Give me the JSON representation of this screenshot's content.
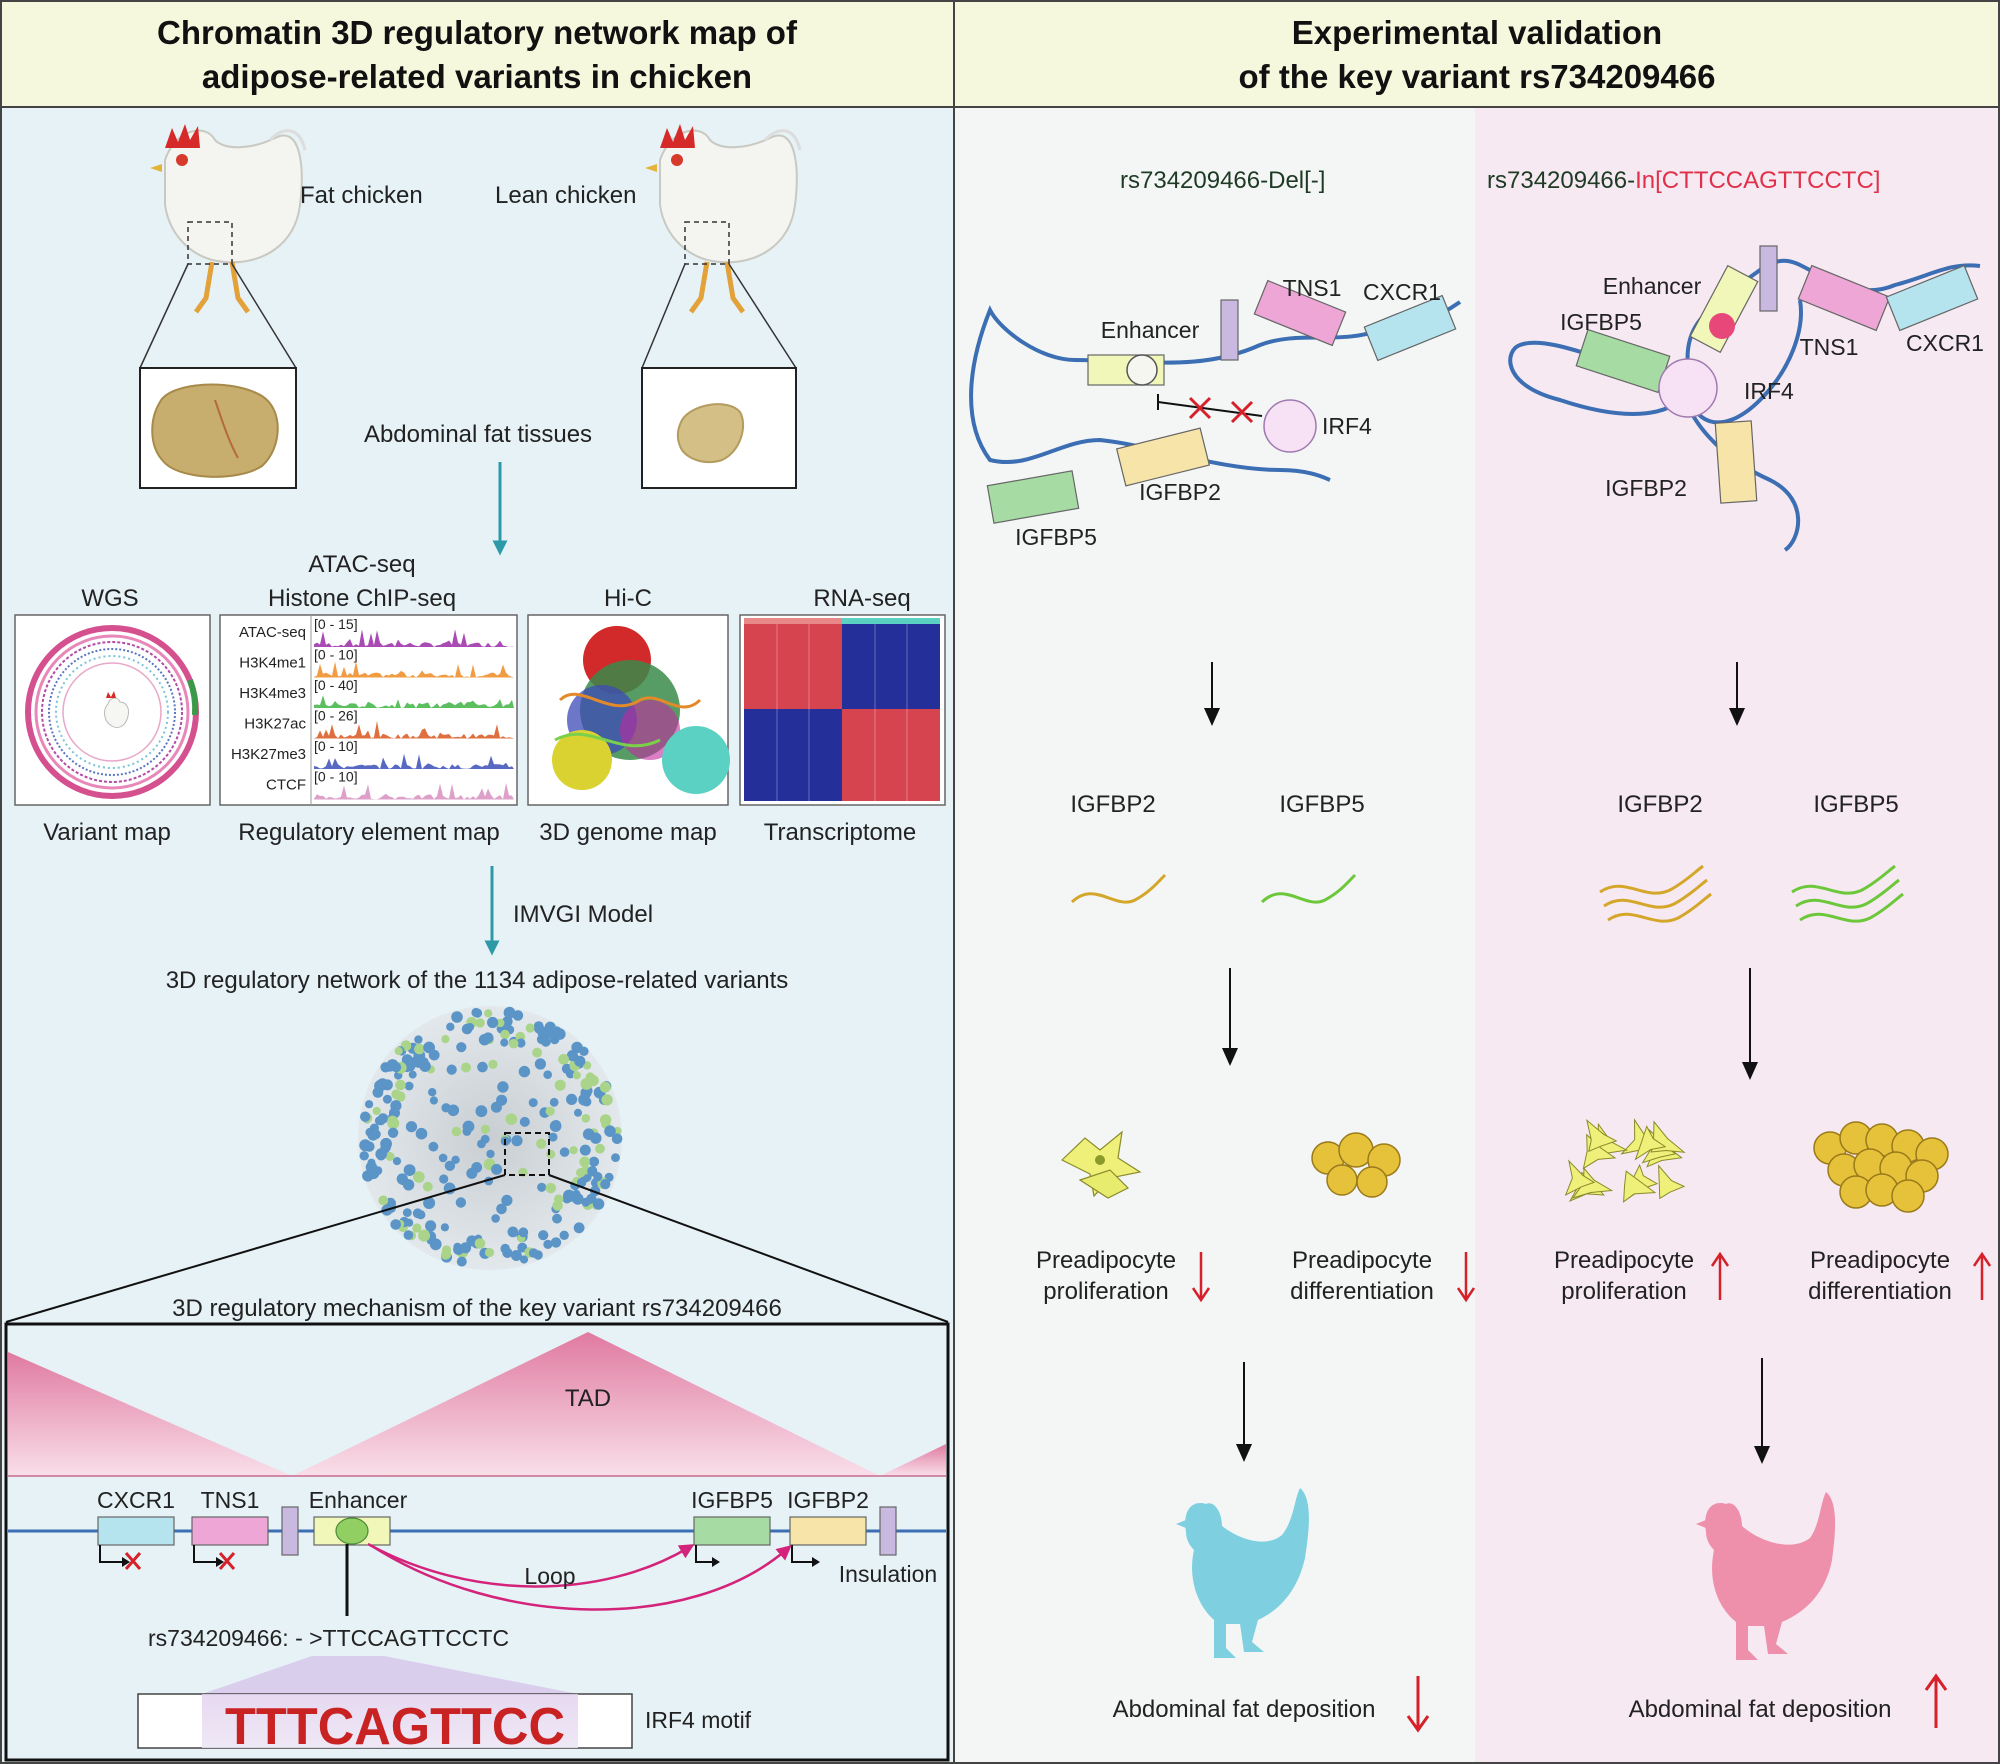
{
  "left": {
    "title_line1": "Chromatin 3D regulatory network map of",
    "title_line2": "adipose-related variants in chicken",
    "fat_chicken": "Fat chicken",
    "lean_chicken": "Lean chicken",
    "tissue_label": "Abdominal fat tissues",
    "wgs": "WGS",
    "atac": "ATAC-seq",
    "histone": "Histone ChIP-seq",
    "hic": "Hi-C",
    "rnaseq": "RNA-seq",
    "tracks": [
      {
        "name": "ATAC-seq",
        "range": "[0 - 15]",
        "color": "#9b2aa8"
      },
      {
        "name": "H3K4me1",
        "range": "[0 - 10]",
        "color": "#ef8b22"
      },
      {
        "name": "H3K4me3",
        "range": "[0 - 40]",
        "color": "#3eb443"
      },
      {
        "name": "H3K27ac",
        "range": "[0 - 26]",
        "color": "#d9561c"
      },
      {
        "name": "H3K27me3",
        "range": "[0 - 10]",
        "color": "#3a4fb7"
      },
      {
        "name": "CTCF",
        "range": "[0 - 10]",
        "color": "#d88fc0"
      }
    ],
    "cap_variant": "Variant map",
    "cap_regulatory": "Regulatory element map",
    "cap_3d": "3D genome map",
    "cap_transcriptome": "Transcriptome",
    "model": "IMVGI Model",
    "network_title": "3D regulatory network of the 1134 adipose-related variants",
    "mechanism_title": "3D regulatory mechanism of the key variant rs734209466",
    "tad": "TAD",
    "genes": {
      "cxcr1": "CXCR1",
      "tns1": "TNS1",
      "enhancer": "Enhancer",
      "igfbp5": "IGFBP5",
      "igfbp2": "IGFBP2"
    },
    "loop": "Loop",
    "insulation": "Insulation",
    "variant_seq": "rs734209466: - >TTCCAGTTCCTC",
    "motif_letters": "TTTCAGTTCC",
    "motif_label": "IRF4 motif"
  },
  "right": {
    "title_line1": "Experimental validation",
    "title_line2": "of the key variant rs734209466",
    "del_label": "rs734209466-Del[-]",
    "ins_prefix": "rs734209466-",
    "ins_suffix": "In[CTTCCAGTTCCTC]",
    "genes": {
      "enhancer": "Enhancer",
      "tns1": "TNS1",
      "cxcr1": "CXCR1",
      "irf4": "IRF4",
      "igfbp2": "IGFBP2",
      "igfbp5": "IGFBP5"
    },
    "prolif_line1": "Preadipocyte",
    "prolif_line2": "proliferation",
    "diff_line1": "Preadipocyte",
    "diff_line2": "differentiation",
    "fat_deposition": "Abdominal fat deposition"
  },
  "colors": {
    "header_bg": "#f6f8dd",
    "left_bg": "#e6f2f6",
    "mid_bg": "#f4f6f6",
    "right_bg": "#f6e9f2",
    "dna": "#3c6eb4",
    "tad": "#e48aa8",
    "teal_arrow": "#2e9aa8",
    "red": "#d6202a",
    "chicken_blue": "#7ed0e0",
    "chicken_pink": "#ee90ab"
  }
}
